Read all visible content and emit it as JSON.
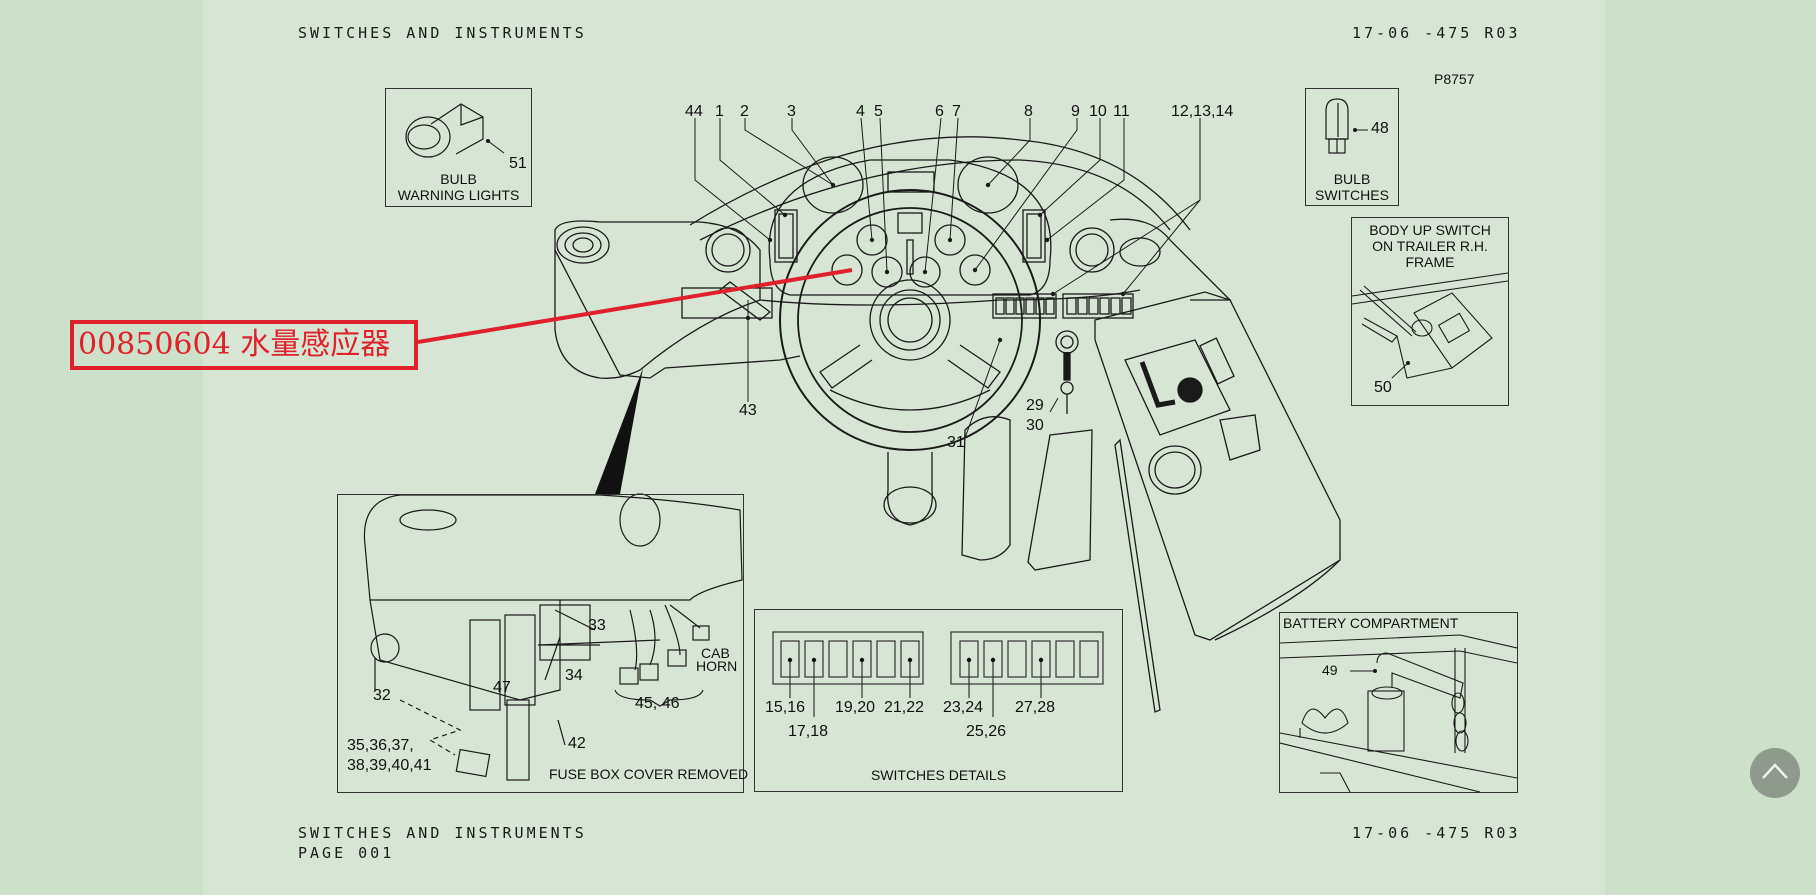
{
  "header": {
    "title": "SWITCHES AND INSTRUMENTS",
    "doc_code": "17-06 -475  R03"
  },
  "footer": {
    "title": "SWITCHES AND INSTRUMENTS",
    "page": "PAGE 001",
    "doc_code": "17-06 -475  R03"
  },
  "figure_ref": "P8757",
  "annotation": {
    "text": "00850604  水量感应器",
    "color": "#e0202a"
  },
  "top_callouts": [
    "44",
    "1",
    "2",
    "3",
    "4",
    "5",
    "6",
    "7",
    "8",
    "9",
    "10",
    "11",
    "12,13,14"
  ],
  "main_callouts": {
    "c43": "43",
    "c31": "31",
    "c29": "29",
    "c30": "30"
  },
  "bulb_warning": {
    "number": "51",
    "caption_1": "BULB",
    "caption_2": "WARNING LIGHTS"
  },
  "bulb_switches": {
    "number": "48",
    "caption_1": "BULB",
    "caption_2": "SWITCHES"
  },
  "body_up": {
    "caption_1": "BODY UP SWITCH",
    "caption_2": "ON TRAILER R.H.",
    "caption_3": "FRAME",
    "number": "50"
  },
  "fuse_box": {
    "caption": "FUSE BOX COVER REMOVED",
    "c32": "32",
    "c33": "33",
    "c34": "34",
    "c47": "47",
    "c42": "42",
    "c45_46": "45, 46",
    "cab_horn_1": "CAB",
    "cab_horn_2": "HORN",
    "fuses_1": "35,36,37,",
    "fuses_2": "38,39,40,41"
  },
  "switches_details": {
    "caption": "SWITCHES  DETAILS",
    "left": [
      "15,16",
      "17,18",
      "19,20",
      "21,22"
    ],
    "right": [
      "23,24",
      "25,26",
      "27,28"
    ]
  },
  "battery": {
    "caption": "BATTERY COMPARTMENT",
    "number": "49"
  },
  "scroll_top": {
    "icon": "chevron-up-icon"
  }
}
